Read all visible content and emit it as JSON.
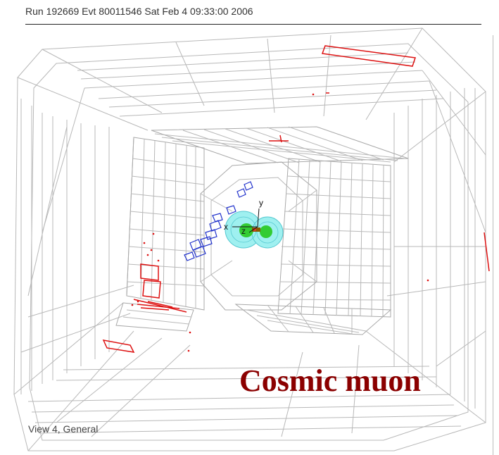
{
  "header": {
    "event_info": "Run 192669 Evt 80011546 Sat Feb  4 09:33:00 2006"
  },
  "footer": {
    "view_label": "View 4, General"
  },
  "annotation": {
    "text": "Cosmic muon",
    "color": "#8b0000"
  },
  "axes_labels": {
    "x": "x",
    "y": "y",
    "z": "z"
  },
  "colors": {
    "detector_wireframe": "#b8b8b8",
    "muon_hits": "#dd1111",
    "inner_tracks": "#2233cc",
    "calorimeter": "#66e0e0",
    "vertex": "#22bb22"
  }
}
